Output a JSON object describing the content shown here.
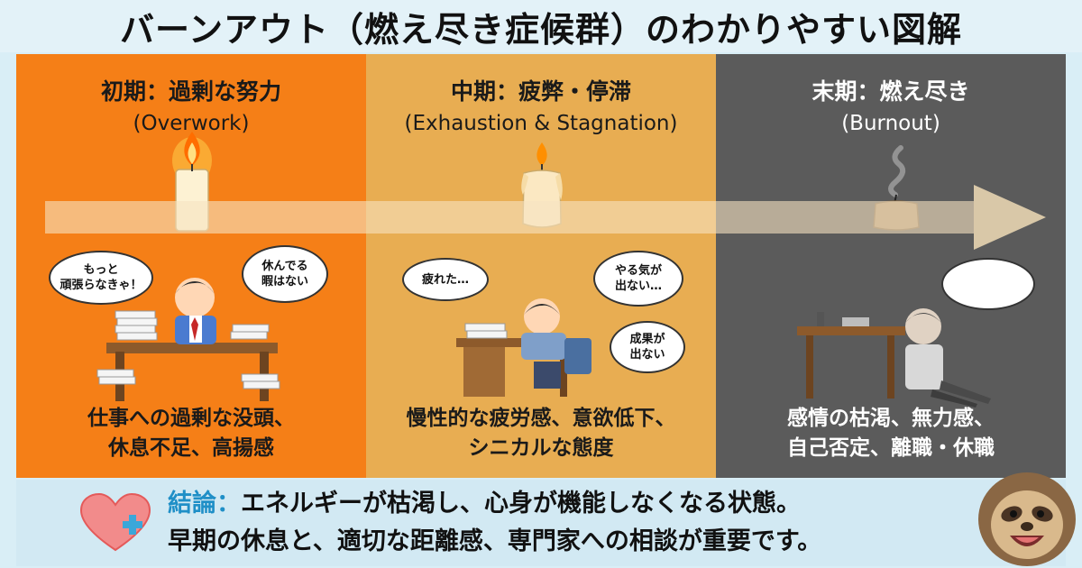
{
  "title": "バーンアウト（燃え尽き症候群）のわかりやすい図解",
  "stages": [
    {
      "title": "初期：過剰な努力",
      "subtitle": "(Overwork)",
      "bubbles": [
        "もっと\n頑張らなきゃ！",
        "休んでる\n暇はない"
      ],
      "description_line1": "仕事への過剰な没頭、",
      "description_line2": "休息不足、高揚感"
    },
    {
      "title": "中期：疲弊・停滞",
      "subtitle": "(Exhaustion & Stagnation)",
      "bubbles": [
        "疲れた…",
        "やる気が\n出ない…",
        "成果が\n出ない"
      ],
      "description_line1": "慢性的な疲労感、意欲低下、",
      "description_line2": "シニカルな態度"
    },
    {
      "title": "末期：燃え尽き",
      "subtitle": "(Burnout)",
      "bubbles": [
        ""
      ],
      "description_line1": "感情の枯渇、無力感、",
      "description_line2": "自己否定、離職・休職"
    }
  ],
  "conclusion": {
    "label": "結論：",
    "line1": "エネルギーが枯渇し、心身が機能しなくなる状態。",
    "line2": "早期の休息と、適切な距離感、専門家への相談が重要です。"
  },
  "colors": {
    "stage1": "#f57f17",
    "stage2": "#e8ad52",
    "stage3": "#5b5b5b",
    "accent": "#1f8fc7",
    "heart": "#f26b6b"
  },
  "icons": [
    "flame-candle-icon",
    "melting-candle-icon",
    "burnt-out-candle-icon",
    "heart-plus-icon",
    "sloth-mascot-icon"
  ]
}
